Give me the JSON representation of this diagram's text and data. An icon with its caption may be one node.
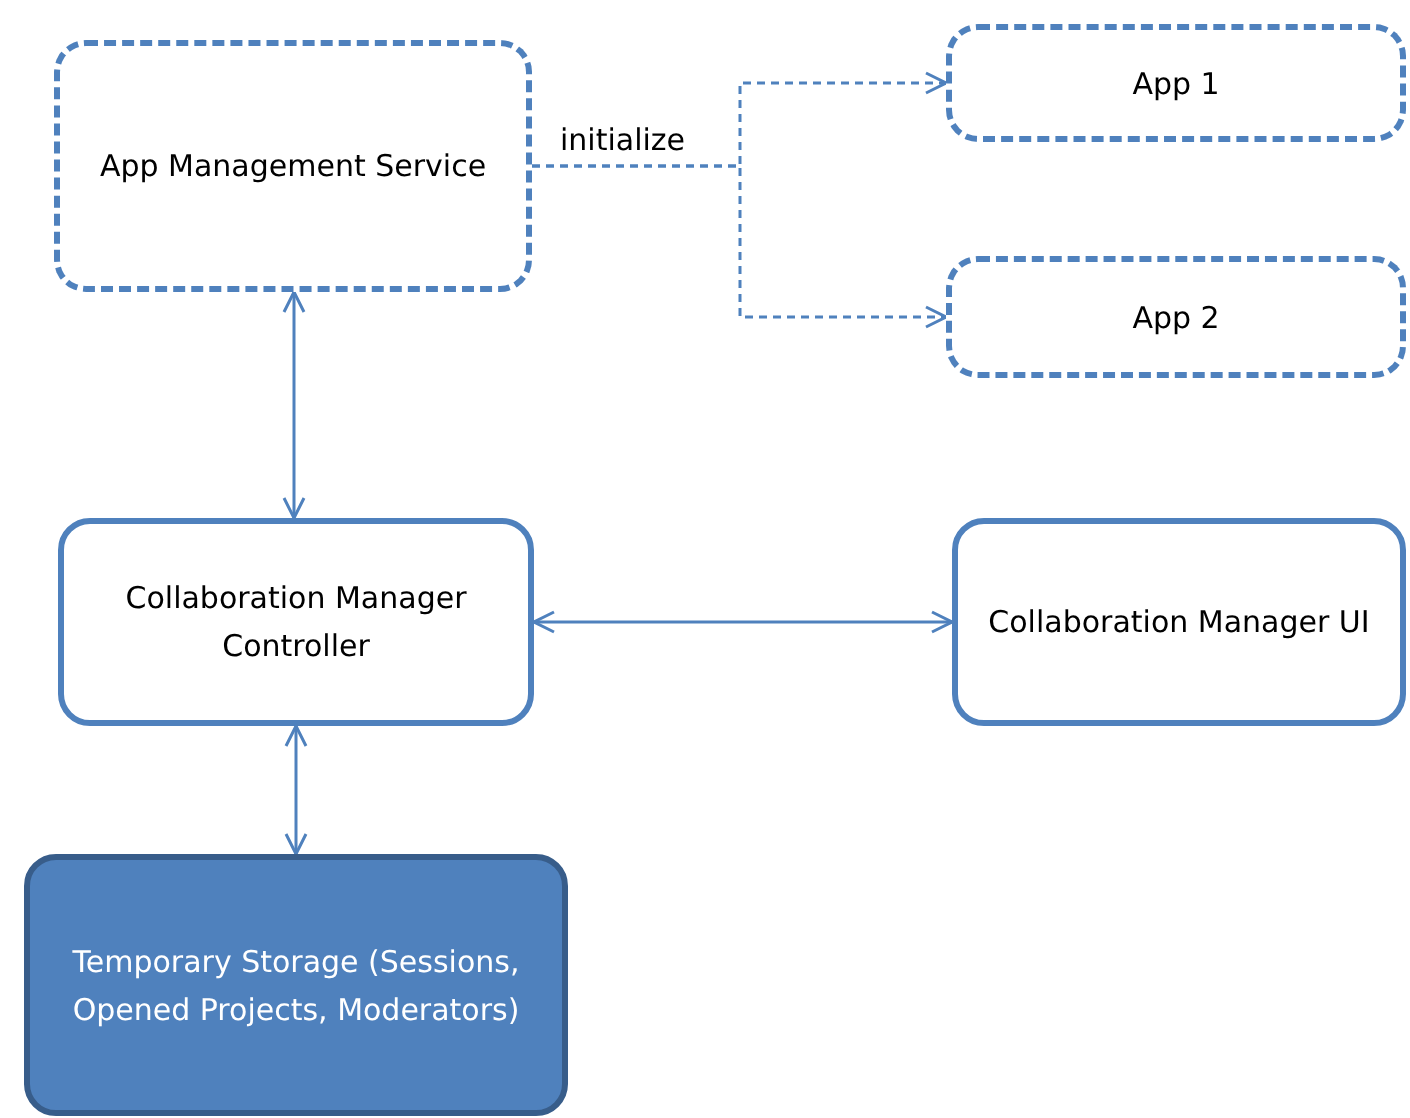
{
  "diagram": {
    "nodes": [
      {
        "text": [
          "App Management Service"
        ]
      },
      {
        "text": [
          "App 1"
        ]
      },
      {
        "text": [
          "App 2"
        ]
      },
      {
        "text": [
          "Collaboration Manager Controller"
        ]
      },
      {
        "text": [
          "Collaboration Manager UI"
        ]
      },
      {
        "text": [
          "Temporary Storage (Sessions, Opened Projects, Moderators)"
        ]
      }
    ],
    "edges": [
      {
        "from": 0,
        "to": 1,
        "arrow": "to",
        "label": "initialize",
        "style": "dashed"
      },
      {
        "from": 0,
        "to": 2,
        "arrow": "to",
        "style": "dashed"
      },
      {
        "from": 0,
        "to": 3,
        "arrow": "both"
      },
      {
        "from": 3,
        "to": 4,
        "arrow": "both"
      },
      {
        "from": 3,
        "to": 5,
        "arrow": "both"
      }
    ]
  }
}
